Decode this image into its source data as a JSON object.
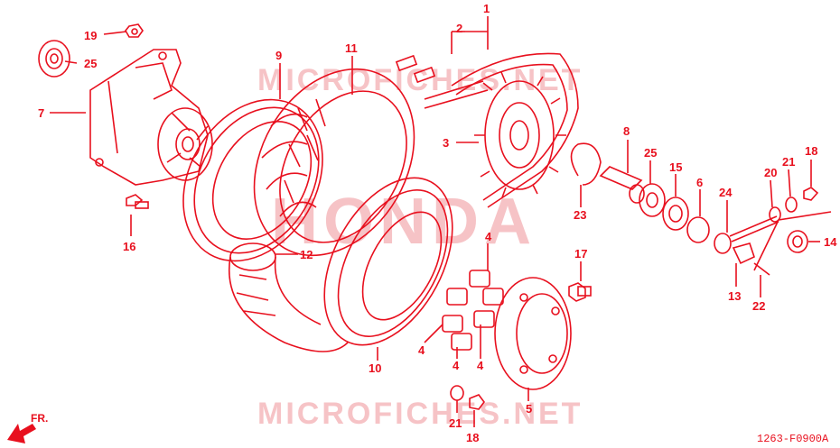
{
  "watermark": {
    "top": "MICROFICHES.NET",
    "center": "HONDA",
    "bottom": "MICROFICHES.NET"
  },
  "diagram_code": "1263-F0900A",
  "front_label": "FR.",
  "callouts": [
    {
      "id": "1",
      "num": "1"
    },
    {
      "id": "2",
      "num": "2"
    },
    {
      "id": "3",
      "num": "3"
    },
    {
      "id": "4a",
      "num": "4"
    },
    {
      "id": "4b",
      "num": "4"
    },
    {
      "id": "4c",
      "num": "4"
    },
    {
      "id": "4d",
      "num": "4"
    },
    {
      "id": "5",
      "num": "5"
    },
    {
      "id": "6",
      "num": "6"
    },
    {
      "id": "7",
      "num": "7"
    },
    {
      "id": "8",
      "num": "8"
    },
    {
      "id": "9",
      "num": "9"
    },
    {
      "id": "10",
      "num": "10"
    },
    {
      "id": "11",
      "num": "11"
    },
    {
      "id": "12",
      "num": "12"
    },
    {
      "id": "13",
      "num": "13"
    },
    {
      "id": "14",
      "num": "14"
    },
    {
      "id": "15",
      "num": "15"
    },
    {
      "id": "16",
      "num": "16"
    },
    {
      "id": "17",
      "num": "17"
    },
    {
      "id": "18a",
      "num": "18"
    },
    {
      "id": "18b",
      "num": "18"
    },
    {
      "id": "19",
      "num": "19"
    },
    {
      "id": "20",
      "num": "20"
    },
    {
      "id": "21a",
      "num": "21"
    },
    {
      "id": "21b",
      "num": "21"
    },
    {
      "id": "22",
      "num": "22"
    },
    {
      "id": "23",
      "num": "23"
    },
    {
      "id": "24",
      "num": "24"
    },
    {
      "id": "25a",
      "num": "25"
    },
    {
      "id": "25b",
      "num": "25"
    }
  ]
}
